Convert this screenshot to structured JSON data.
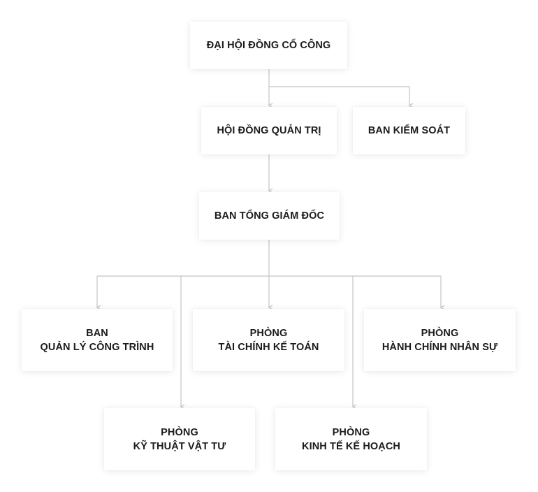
{
  "diagram": {
    "line_color": "#c4c4c4",
    "text_color": "#1b1b1b",
    "nodes": {
      "dai_hoi_dong_co_dong": {
        "lines": [
          "ĐẠI  HỘI ĐỒNG CỔ CÔNG"
        ]
      },
      "hoi_dong_quan_tri": {
        "lines": [
          "HỘI ĐỒNG QUẢN TRỊ"
        ]
      },
      "ban_kiem_soat": {
        "lines": [
          "BAN KIỂM SOÁT"
        ]
      },
      "ban_tong_giam_doc": {
        "lines": [
          "BAN TỔNG GIÁM ĐỐC"
        ]
      },
      "ban_quan_ly_cong_trinh": {
        "lines": [
          "BAN",
          "QUẢN LÝ CÔNG TRÌNH"
        ]
      },
      "phong_tai_chinh_ke_toan": {
        "lines": [
          "PHÒNG",
          "TÀI CHÍNH KẾ TOÁN"
        ]
      },
      "phong_hanh_chinh_nhan_su": {
        "lines": [
          "PHÒNG",
          "HÀNH CHÍNH NHÂN SỰ"
        ]
      },
      "phong_ky_thuat_vat_tu": {
        "lines": [
          "PHÒNG",
          "KỸ THUẬT VẬT TƯ"
        ]
      },
      "phong_kinh_te_ke_hoach": {
        "lines": [
          "PHÒNG",
          "KINH TẾ KẾ HOẠCH"
        ]
      }
    }
  }
}
